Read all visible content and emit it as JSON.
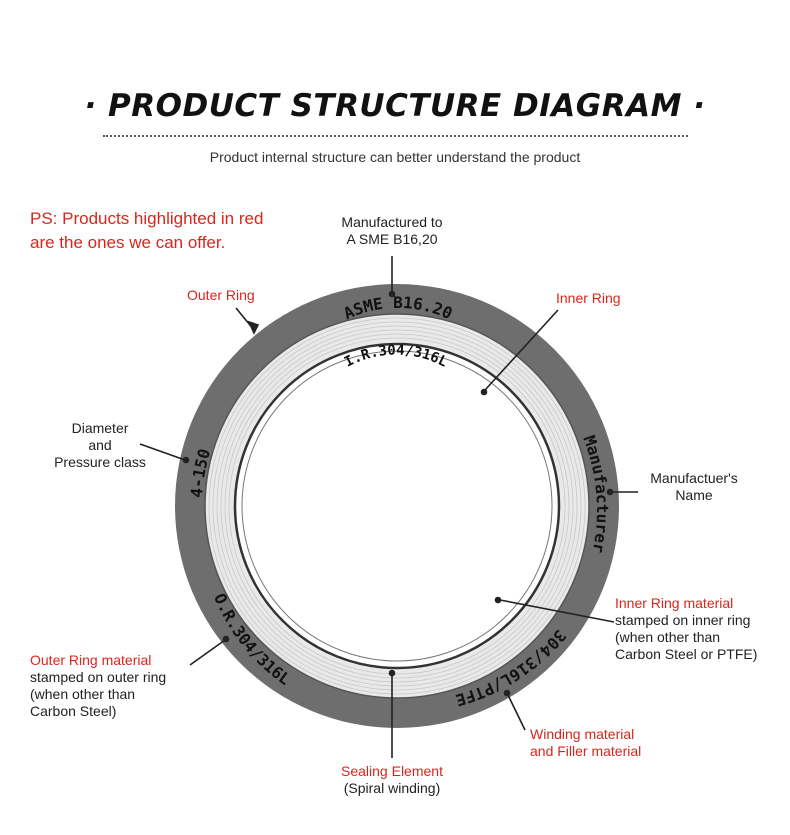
{
  "header": {
    "title": "· PRODUCT STRUCTURE DIAGRAM ·",
    "subtitle": "Product internal structure can better understand the product"
  },
  "note": {
    "line1": "PS: Products highlighted in red",
    "line2": "are the ones we can offer."
  },
  "labels": {
    "manufactured_to_1": "Manufactured to",
    "manufactured_to_2": "A SME B16,20",
    "outer_ring": "Outer Ring",
    "inner_ring": "Inner Ring",
    "diameter_1": "Diameter",
    "diameter_2": "and",
    "diameter_3": "Pressure class",
    "manufacturer_1": "Manufactuer's",
    "manufacturer_2": "Name",
    "inner_ring_material_title": "Inner Ring material",
    "inner_ring_material_1": "stamped on inner ring",
    "inner_ring_material_2": "(when other than",
    "inner_ring_material_3": "Carbon Steel or PTFE)",
    "outer_ring_material_title": "Outer Ring material",
    "outer_ring_material_1": "stamped on outer ring",
    "outer_ring_material_2": "(when other than",
    "outer_ring_material_3": "Carbon Steel)",
    "winding_1": "Winding material",
    "winding_2": "and Filler material",
    "sealing_title": "Sealing Element",
    "sealing_sub": "(Spiral winding)"
  },
  "ring_stamps": {
    "top": "ASME B16.20",
    "inner": "I.R.304/316L",
    "left": "4-150",
    "right": "Manufacturer",
    "bottom_right": "304/316L/PTFE",
    "bottom_left": "O.R.304/316L"
  },
  "colors": {
    "highlight": "#d9261c",
    "outer_ring": "#6e6e6e",
    "winding": "#e9e9e9"
  }
}
